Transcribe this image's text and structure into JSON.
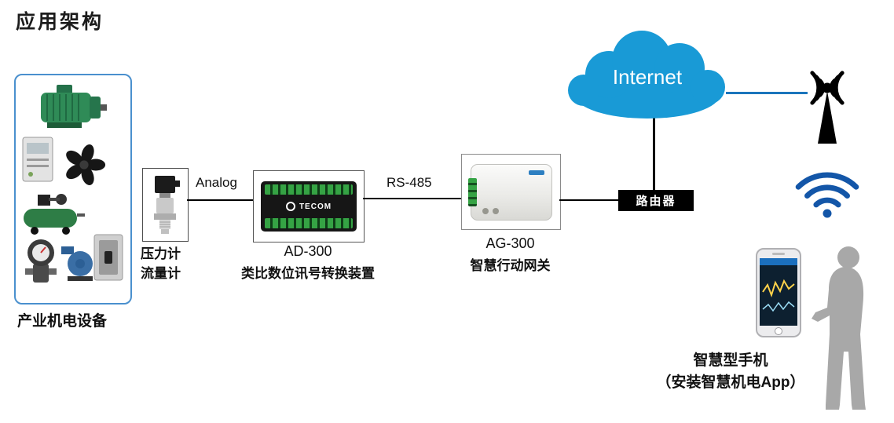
{
  "title": "应用架构",
  "colors": {
    "cloud_blue": "#199ad6",
    "link_blue": "#1b75bc",
    "wifi_blue": "#1356a8",
    "line_black": "#000000",
    "person_gray": "#a8a8a8",
    "equipment_border": "#4a90ce",
    "router_bg": "#000000"
  },
  "equipment": {
    "caption": "产业机电设备"
  },
  "sensor": {
    "captions": [
      "压力计",
      "流量计"
    ]
  },
  "connections": {
    "analog": "Analog",
    "rs485": "RS-485"
  },
  "ad300": {
    "model": "AD-300",
    "desc": "类比数位讯号转换装置",
    "brand": "TECOM"
  },
  "ag300": {
    "model": "AG-300",
    "desc": "智慧行动网关"
  },
  "router": {
    "label": "路由器"
  },
  "cloud": {
    "label": "Internet"
  },
  "phone": {
    "captions": [
      "智慧型手机",
      "（安装智慧机电App）"
    ]
  }
}
